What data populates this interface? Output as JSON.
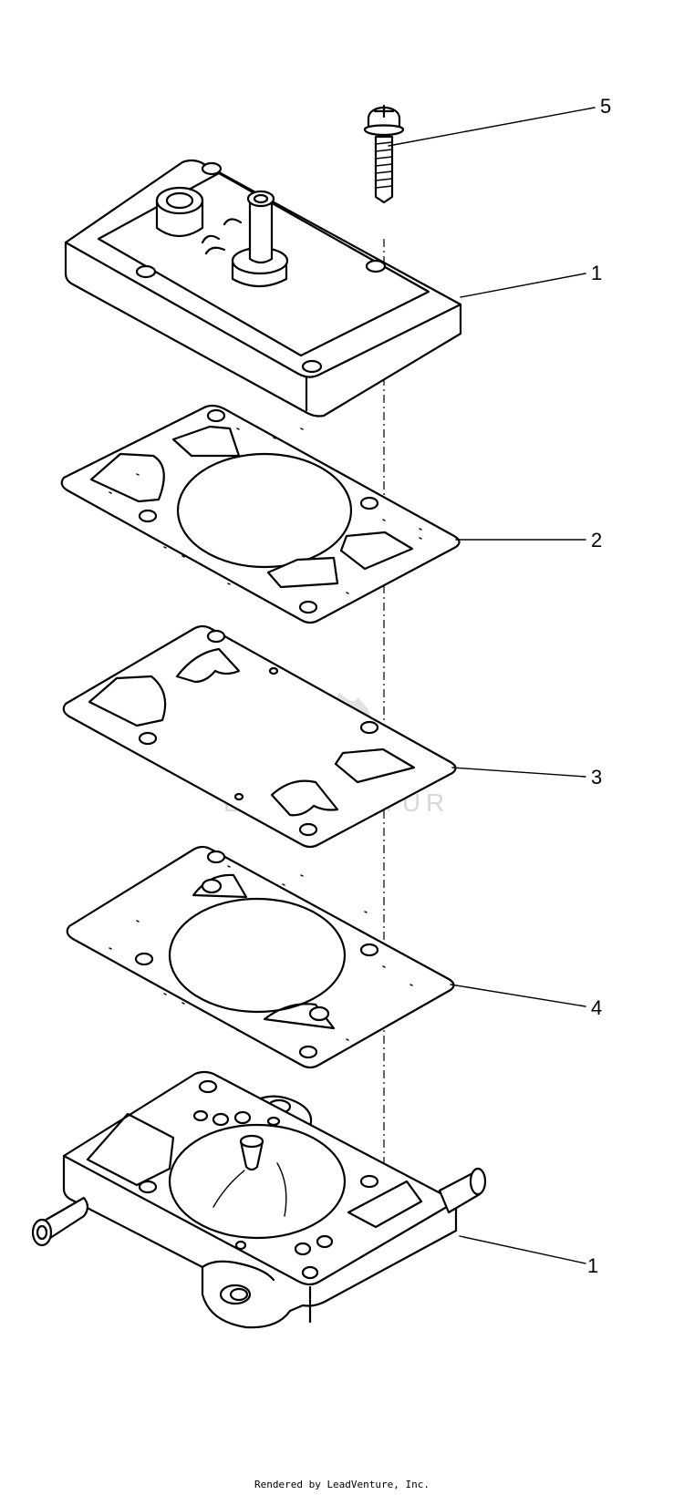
{
  "callouts": {
    "part_1_top": "1",
    "part_2": "2",
    "part_3": "3",
    "part_4": "4",
    "part_5": "5",
    "part_1_bottom": "1"
  },
  "watermark": {
    "text": "LEADVENTUR",
    "color": "#d8d8d8"
  },
  "footer": {
    "credit": "Rendered by LeadVenture, Inc."
  },
  "colors": {
    "line": "#000000",
    "background": "#ffffff"
  }
}
